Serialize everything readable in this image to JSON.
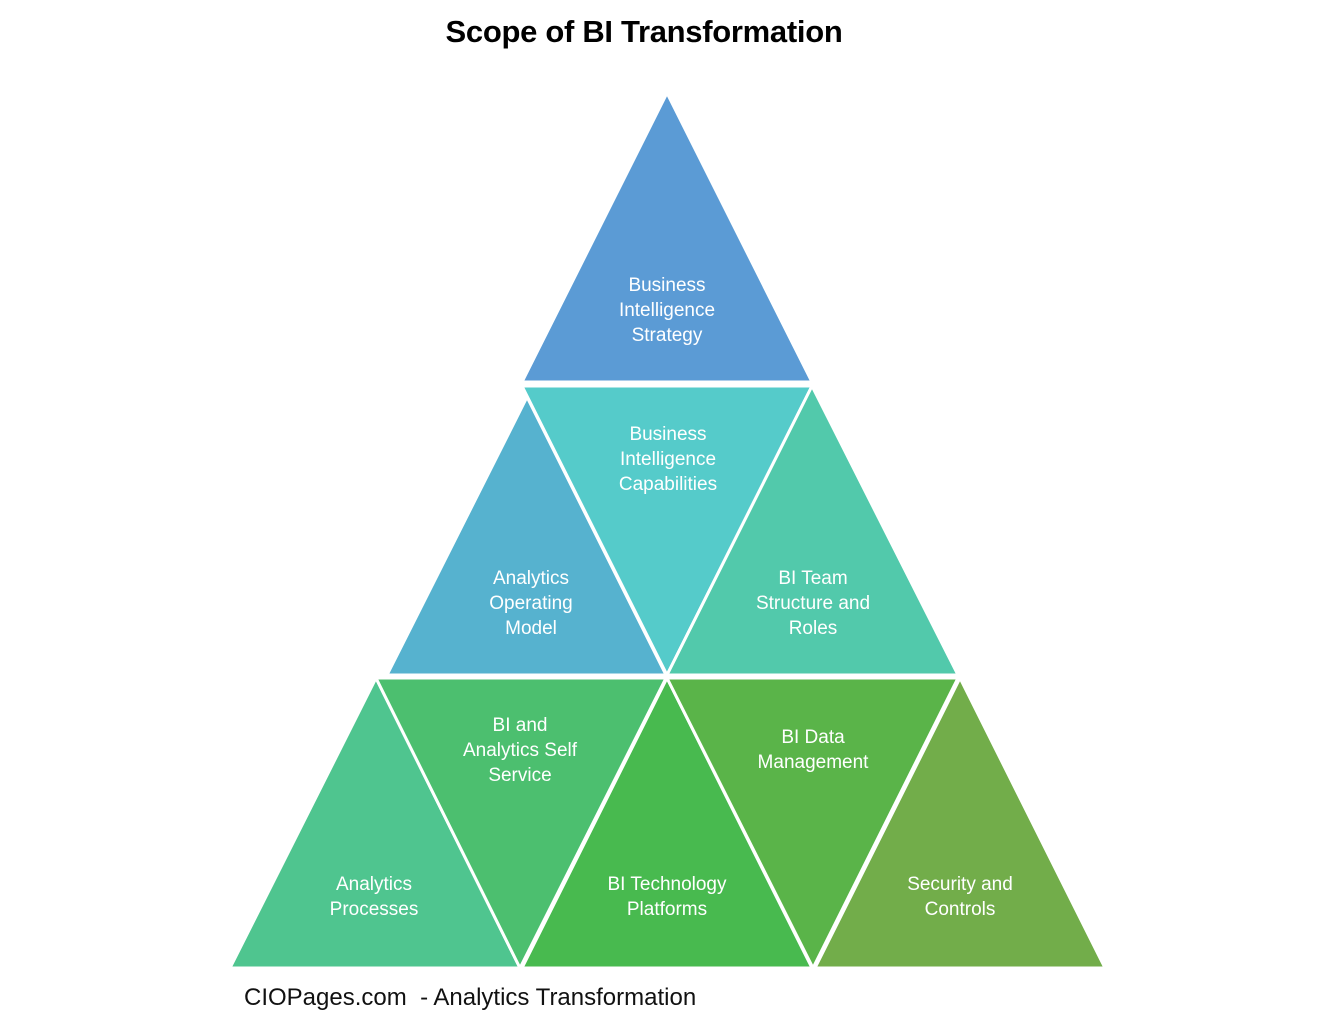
{
  "title": "Scope of BI Transformation",
  "footer": "CIOPages.com  - Analytics Transformation",
  "segments": [
    {
      "id": "bi-strategy",
      "lines": [
        "Business",
        "Intelligence",
        "Strategy"
      ],
      "color": "#5B9BD5"
    },
    {
      "id": "analytics-operating-model",
      "lines": [
        "Analytics",
        "Operating",
        "Model"
      ],
      "color": "#56B2CF"
    },
    {
      "id": "bi-capabilities",
      "lines": [
        "Business",
        "Intelligence",
        "Capabilities"
      ],
      "color": "#55CBCA"
    },
    {
      "id": "bi-team-structure",
      "lines": [
        "BI Team",
        "Structure and",
        "Roles"
      ],
      "color": "#52C9AB"
    },
    {
      "id": "analytics-processes",
      "lines": [
        "Analytics",
        "Processes"
      ],
      "color": "#4FC58F"
    },
    {
      "id": "bi-self-service",
      "lines": [
        "BI and",
        "Analytics Self",
        "Service"
      ],
      "color": "#4CBF6F"
    },
    {
      "id": "bi-technology-platforms",
      "lines": [
        "BI Technology",
        "Platforms"
      ],
      "color": "#48BA4F"
    },
    {
      "id": "bi-data-management",
      "lines": [
        "BI Data",
        "Management"
      ],
      "color": "#5AB449"
    },
    {
      "id": "security-controls",
      "lines": [
        "Security and",
        "Controls"
      ],
      "color": "#72AD4A"
    }
  ]
}
